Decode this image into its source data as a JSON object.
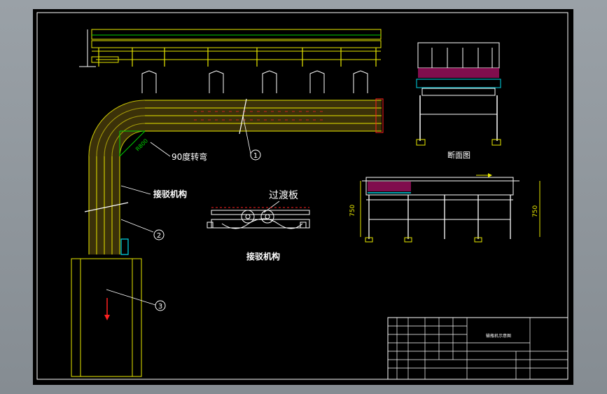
{
  "drawing": {
    "labels": {
      "turn": "90度转弯",
      "connector": "接驳机构",
      "transition_plate": "过渡板",
      "connector_detail": "接驳机构",
      "section_view": "断面图",
      "radius_dim": "R800",
      "height_dim_left": "750",
      "height_dim_right": "750"
    },
    "callouts": [
      "1",
      "2",
      "3"
    ],
    "title_block": {
      "title": "输瓶机示意图"
    }
  },
  "colors": {
    "sheet": "#000000",
    "frame": "#ffffff",
    "chain": "#e8e800",
    "guide": "#00d000",
    "accent": "#ff2020",
    "highlight": "#00d8e8"
  }
}
